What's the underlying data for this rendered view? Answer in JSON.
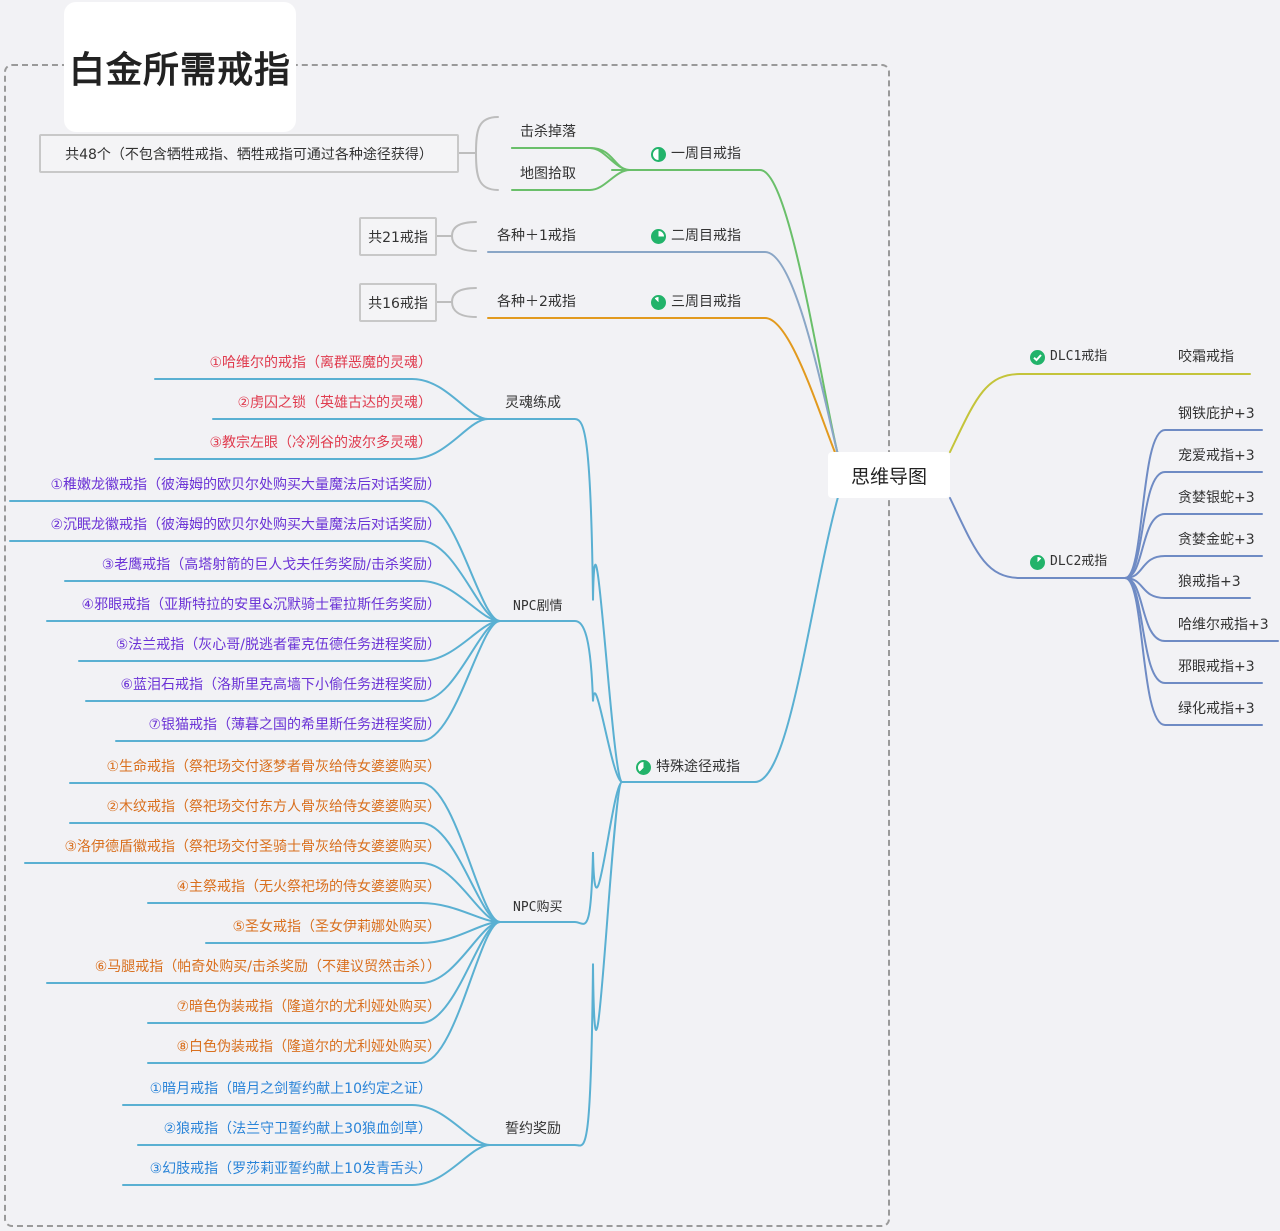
{
  "title": "白金所需戒指",
  "central_topic": "思维导图",
  "colors": {
    "background": "#f2f2f5",
    "branch_green": "#6abf6a",
    "branch_grayblue": "#8aa6c6",
    "branch_orange": "#e29a1e",
    "branch_teal": "#5ab0d2",
    "branch_olive": "#c4c43a",
    "branch_slate": "#6f8bc4",
    "text_red": "#e03c4f",
    "text_purple": "#6b33d6",
    "text_orange": "#d9701f",
    "text_blue": "#2a84d8"
  },
  "left": {
    "ng1": {
      "label": "一周目戒指",
      "icon": "progress-half-icon",
      "children": [
        "击杀掉落",
        "地图拾取"
      ],
      "note": "共48个（不包含牺牲戒指、牺牲戒指可通过各种途径获得）"
    },
    "ng2": {
      "label": "二周目戒指",
      "icon": "progress-three-quarter-icon",
      "children": [
        "各种＋1戒指"
      ],
      "note": "共21戒指"
    },
    "ng3": {
      "label": "三周目戒指",
      "icon": "progress-nearly-full-icon",
      "children": [
        "各种＋2戒指"
      ],
      "note": "共16戒指"
    },
    "special": {
      "label": "特殊途径戒指",
      "icon": "progress-quarter-icon",
      "groups": [
        {
          "label": "灵魂练成",
          "items": [
            "①哈维尔的戒指（离群恶魔的灵魂）",
            "②虏囚之锁（英雄古达的灵魂）",
            "③教宗左眼（冷冽谷的波尔多灵魂）"
          ]
        },
        {
          "label": "NPC剧情",
          "items": [
            "①稚嫩龙徽戒指（彼海姆的欧贝尔处购买大量魔法后对话奖励）",
            "②沉眠龙徽戒指（彼海姆的欧贝尔处购买大量魔法后对话奖励）",
            "③老鹰戒指（高塔射箭的巨人戈夫任务奖励/击杀奖励）",
            "④邪眼戒指（亚斯特拉的安里&沉默骑士霍拉斯任务奖励）",
            "⑤法兰戒指（灰心哥/脱逃者霍克伍德任务进程奖励）",
            "⑥蓝泪石戒指（洛斯里克高墙下小偷任务进程奖励）",
            "⑦银猫戒指（薄暮之国的希里斯任务进程奖励）"
          ]
        },
        {
          "label": "NPC购买",
          "items": [
            "①生命戒指（祭祀场交付逐梦者骨灰给侍女婆婆购买）",
            "②木纹戒指（祭祀场交付东方人骨灰给侍女婆婆购买）",
            "③洛伊德盾徽戒指（祭祀场交付圣骑士骨灰给侍女婆婆购买）",
            "④主祭戒指（无火祭祀场的侍女婆婆购买）",
            "⑤圣女戒指（圣女伊莉娜处购买）",
            "⑥马腿戒指（帕奇处购买/击杀奖励（不建议贸然击杀））",
            "⑦暗色伪装戒指（隆道尔的尤利娅处购买）",
            "⑧白色伪装戒指（隆道尔的尤利娅处购买）"
          ]
        },
        {
          "label": "誓约奖励",
          "items": [
            "①暗月戒指（暗月之剑誓约献上10约定之证）",
            "②狼戒指（法兰守卫誓约献上30狼血剑草）",
            "③幻肢戒指（罗莎莉亚誓约献上10发青舌头）"
          ]
        }
      ]
    }
  },
  "right": {
    "dlc1": {
      "label": "DLC1戒指",
      "icon": "check-circle-icon",
      "children": [
        "咬霜戒指"
      ]
    },
    "dlc2": {
      "label": "DLC2戒指",
      "icon": "progress-small-icon",
      "children": [
        "钢铁庇护+3",
        "宠爱戒指+3",
        "贪婪银蛇+3",
        "贪婪金蛇+3",
        "狼戒指+3",
        "哈维尔戒指+3",
        "邪眼戒指+3",
        "绿化戒指+3"
      ]
    }
  }
}
